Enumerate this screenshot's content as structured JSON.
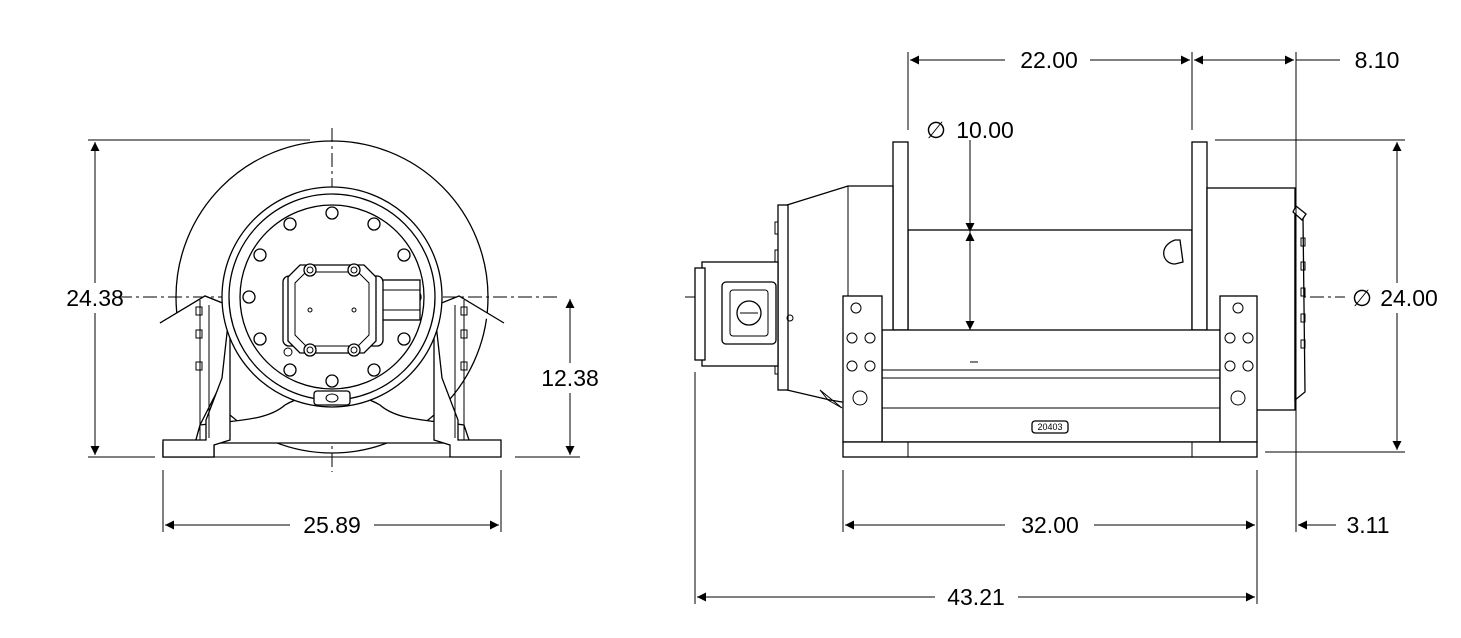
{
  "front_view": {
    "height_overall": "24.38",
    "height_centerline": "12.38",
    "width_base": "25.89"
  },
  "side_view": {
    "drum_length": "22.00",
    "flange_overhang": "8.10",
    "drum_diameter_symbol": "∅",
    "drum_diameter": "10.00",
    "flange_diameter_symbol": "∅",
    "flange_diameter": "24.00",
    "base_length": "32.00",
    "end_offset": "3.11",
    "overall_length": "43.21",
    "plate_label": "20403"
  }
}
